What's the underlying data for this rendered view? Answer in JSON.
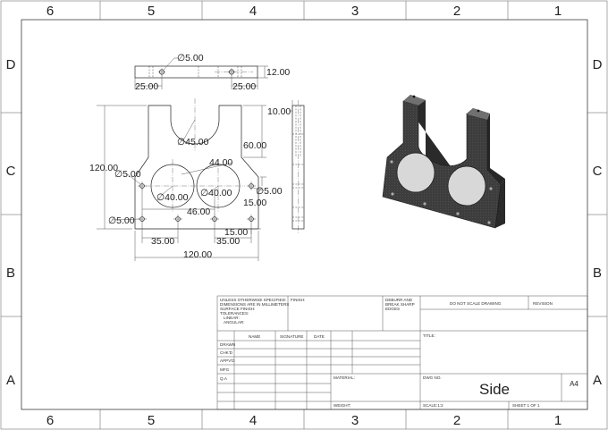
{
  "zones": {
    "columns": [
      "6",
      "5",
      "4",
      "3",
      "2",
      "1"
    ],
    "rows": [
      "D",
      "C",
      "B",
      "A"
    ]
  },
  "dimensions": {
    "top_hole_dia": "∅5.00",
    "top_left_offset": "25.00",
    "top_right_offset": "25.00",
    "top_height": "12.00",
    "side_thickness": "10.00",
    "arc_dia": "∅45.00",
    "center_height": "60.00",
    "spacing_44": "44.00",
    "overall_height": "120.00",
    "left_hole_dia": "∅5.00",
    "circle_left_dia": "∅40.00",
    "circle_right_dia": "∅40.00",
    "right_hole_dia": "∅5.00",
    "offset_15_right": "15.00",
    "spacing_46": "46.00",
    "bottom_hole_dia": "∅5.00",
    "bottom_15": "15.00",
    "left_35": "35.00",
    "right_35": "35.00",
    "overall_width": "120.00"
  },
  "title_block": {
    "general_note_1": "UNLESS OTHERWISE SPECIFIED:",
    "general_note_2": "DIMENSIONS ARE IN MILLIMETERS",
    "general_note_3": "SURFACE FINISH:",
    "general_note_4": "TOLERANCES:",
    "general_note_5": "LINEAR:",
    "general_note_6": "ANGULAR:",
    "finish": "FINISH:",
    "deburr_1": "DEBURR AND",
    "deburr_2": "BREAK SHARP",
    "deburr_3": "EDGES",
    "do_not_scale": "DO NOT SCALE DRAWING",
    "revision": "REVISION",
    "col_name": "NAME",
    "col_signature": "SIGNATURE",
    "col_date": "DATE",
    "title_label": "TITLE:",
    "row_drawn": "DRAWN",
    "row_chkd": "CHK'D",
    "row_appvd": "APPV'D",
    "row_mfg": "MFG",
    "row_qa": "Q.A",
    "material": "MATERIAL:",
    "dwg_no_label": "DWG NO.",
    "dwg_no": "Side",
    "size": "A4",
    "weight": "WEIGHT:",
    "scale": "SCALE:1:2",
    "sheet": "SHEET 1 OF 1"
  }
}
